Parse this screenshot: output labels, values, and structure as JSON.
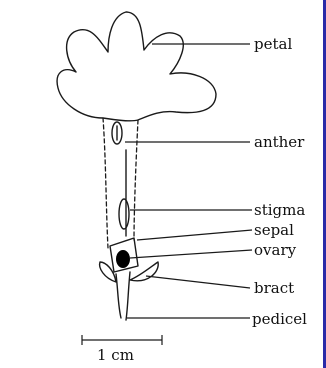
{
  "labels": {
    "petal": "petal",
    "anther": "anther",
    "stigma": "stigma",
    "sepal": "sepal",
    "ovary": "ovary",
    "bract": "bract",
    "pedicel": "pedicel"
  },
  "scale_bar": {
    "label": "1 cm"
  },
  "colors": {
    "ink": "#1a1a1a",
    "ovary_fill": "#000000",
    "edge": "#2a2aa8"
  }
}
